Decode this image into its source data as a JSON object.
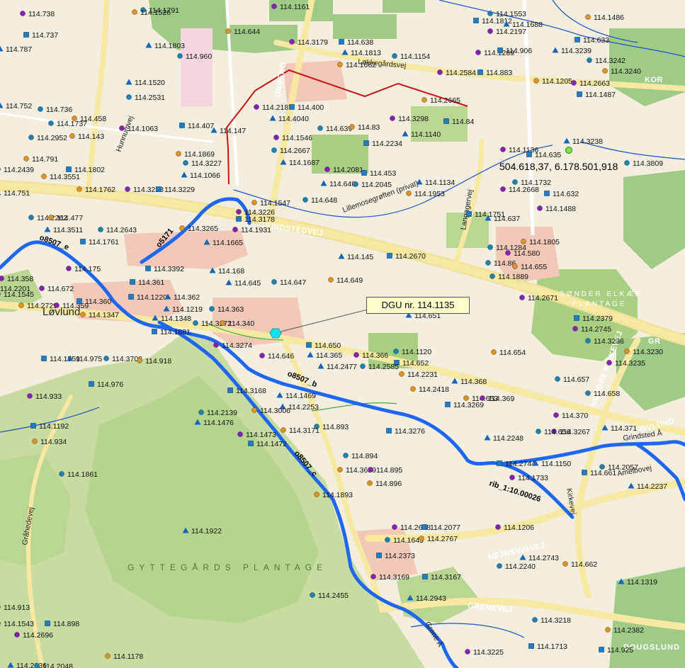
{
  "callout": {
    "text": "DGU nr. 114.1135"
  },
  "coordinate_readout": "504.618,37, 6.178.501,918",
  "places": {
    "lovlund": "Løvlund",
    "gyttegaards": "GYTTEGÅRDS PLANTAGE",
    "sonder_elkaer": "SØNDER ELKÆR",
    "plantage": "PLANTAGE",
    "dougslund": "DOUGSLUND"
  },
  "roads": {
    "grindstedvej": "GRINDSTEDVEJ",
    "lokkegaardsvej": "Løkkegårdsvej",
    "hunnumvej": "Hunnumvej",
    "langagervej": "Langagervej",
    "hejnsvigvej": "HEJNSVIGVEJ",
    "grenevej": "GRENEVEJ",
    "nordre_kirkevej": "NØRDRE KIRKEVEJ",
    "kirkevej": "Kirkevej",
    "graahedevej": "Gråhedevej",
    "amelbovej": "Amelbovej",
    "lillemosegroften": "Lillemosegrøften (privat)",
    "grindsted_a": "Grindsted Å",
    "grene_a": "Grene Å",
    "ovlund": "ØVLUND",
    "kor": "KOR",
    "gr": "GR",
    "unberg": "UNBERG"
  },
  "rivers": {
    "o8507_e": "o8507_e",
    "o8507_b": "o8507_b",
    "o8507_c": "o8507_c",
    "o5171": "o5171",
    "rib": "rib_1:10.00026"
  },
  "colors": {
    "map_bg": "#f4eedf",
    "forest": "#c8dba0",
    "plantation": "#a9cf82",
    "field_green": "#9fcb86",
    "town": "#f2c8b8",
    "road_yellow": "#f7e9a3",
    "river_blue": "#1f66f2",
    "thin_blue": "#1c52c8",
    "boundary_red": "#cc1111",
    "well_blue": "#1b82b3",
    "well_purple": "#8a1fb5",
    "well_orange": "#e0931f",
    "well_green": "#3a9c2c",
    "triangle_blue": "#1566b8",
    "square_blue": "#1e7dc4",
    "highlight_cyan": "#16dff0",
    "callout_bg": "#ffffcc"
  },
  "wells": [
    {
      "label": "114.738"
    },
    {
      "label": "114.737"
    },
    {
      "label": "114.787"
    },
    {
      "label": "114.1791"
    },
    {
      "label": "114.1526"
    },
    {
      "label": "114.1161"
    },
    {
      "label": "114.1812"
    },
    {
      "label": "114.1688"
    },
    {
      "label": "114.1553"
    },
    {
      "label": "114.1486"
    },
    {
      "label": "114.2197"
    },
    {
      "label": "114.633"
    },
    {
      "label": "114.1803"
    },
    {
      "label": "114.960"
    },
    {
      "label": "114.644"
    },
    {
      "label": "114.3179"
    },
    {
      "label": "114.638"
    },
    {
      "label": "114.1813"
    },
    {
      "label": "114.1154"
    },
    {
      "label": "114.1662"
    },
    {
      "label": "114.1289"
    },
    {
      "label": "114.906"
    },
    {
      "label": "114.3239"
    },
    {
      "label": "114.3242"
    },
    {
      "label": "114.3240"
    },
    {
      "label": "114.2584"
    },
    {
      "label": "114.883"
    },
    {
      "label": "114.1520"
    },
    {
      "label": "114.2531"
    },
    {
      "label": "114.1205"
    },
    {
      "label": "114.2663"
    },
    {
      "label": "114.1487"
    },
    {
      "label": "114.752"
    },
    {
      "label": "114.736"
    },
    {
      "label": "114.2665"
    },
    {
      "label": "114.2187"
    },
    {
      "label": "114.400"
    },
    {
      "label": "114.4040"
    },
    {
      "label": "114.1737"
    },
    {
      "label": "114.458"
    },
    {
      "label": "114.1063"
    },
    {
      "label": "114.407"
    },
    {
      "label": "114.147"
    },
    {
      "label": "114.639"
    },
    {
      "label": "114.83"
    },
    {
      "label": "114.3298"
    },
    {
      "label": "114.84"
    },
    {
      "label": "114.1140"
    },
    {
      "label": "114.2952"
    },
    {
      "label": "114.143"
    },
    {
      "label": "114.1546"
    },
    {
      "label": "114.2234"
    },
    {
      "label": "114.3238"
    },
    {
      "label": "114.2667"
    },
    {
      "label": "114.1869"
    },
    {
      "label": "114.1136"
    },
    {
      "label": "114.635"
    },
    {
      "label": "114.1687"
    },
    {
      "label": "114.3227"
    },
    {
      "label": "114.791"
    },
    {
      "label": "114.2439"
    },
    {
      "label": "114.1802"
    },
    {
      "label": "114.1066"
    },
    {
      "label": "114.3809"
    },
    {
      "label": "114.3551"
    },
    {
      "label": "114.2081"
    },
    {
      "label": "114.453"
    },
    {
      "label": "114.1134"
    },
    {
      "label": "114.1732"
    },
    {
      "label": "114.1762"
    },
    {
      "label": "114.3228"
    },
    {
      "label": "114.3229"
    },
    {
      "label": "114.640"
    },
    {
      "label": "114.2045"
    },
    {
      "label": "114.1953"
    },
    {
      "label": "114.2668"
    },
    {
      "label": "114.632"
    },
    {
      "label": "114.751"
    },
    {
      "label": "114.648"
    },
    {
      "label": "114.1547"
    },
    {
      "label": "114.1488"
    },
    {
      "label": "114.1751"
    },
    {
      "label": "114.637"
    },
    {
      "label": "114.2262"
    },
    {
      "label": "114.477"
    },
    {
      "label": "114.3226"
    },
    {
      "label": "114.3178"
    },
    {
      "label": "114.3511"
    },
    {
      "label": "114.2643"
    },
    {
      "label": "114.3265"
    },
    {
      "label": "114.1931"
    },
    {
      "label": "114.1761"
    },
    {
      "label": "114.1665"
    },
    {
      "label": "114.1284"
    },
    {
      "label": "114.1805"
    },
    {
      "label": "114.580"
    },
    {
      "label": "114.2670"
    },
    {
      "label": "114.145"
    },
    {
      "label": "114.86"
    },
    {
      "label": "114.655"
    },
    {
      "label": "114.175"
    },
    {
      "label": "114.3392"
    },
    {
      "label": "114.168"
    },
    {
      "label": "114.1889"
    },
    {
      "label": "114.649"
    },
    {
      "label": "114.358"
    },
    {
      "label": "114.361"
    },
    {
      "label": "114.645"
    },
    {
      "label": "114.647"
    },
    {
      "label": "114.2201"
    },
    {
      "label": "114.672"
    },
    {
      "label": "114.1220"
    },
    {
      "label": "114.362"
    },
    {
      "label": "114.1545"
    },
    {
      "label": "114.2729"
    },
    {
      "label": "114.359"
    },
    {
      "label": "114.360"
    },
    {
      "label": "114.1219"
    },
    {
      "label": "114.363"
    },
    {
      "label": "114.1347"
    },
    {
      "label": "114.2671"
    },
    {
      "label": "114.2379"
    },
    {
      "label": "114.1348"
    },
    {
      "label": "114.3272"
    },
    {
      "label": "114.340"
    },
    {
      "label": "114.2745"
    },
    {
      "label": "114.1881"
    },
    {
      "label": "114.651"
    },
    {
      "label": "114.3236"
    },
    {
      "label": "114.3230"
    },
    {
      "label": "114.3274"
    },
    {
      "label": "114.650"
    },
    {
      "label": "114.365"
    },
    {
      "label": "114.1120"
    },
    {
      "label": "114.654"
    },
    {
      "label": "114.646"
    },
    {
      "label": "114.1559"
    },
    {
      "label": "114.975"
    },
    {
      "label": "114.3708"
    },
    {
      "label": "114.918"
    },
    {
      "label": "114.366"
    },
    {
      "label": "114.652"
    },
    {
      "label": "114.2477"
    },
    {
      "label": "114.2585"
    },
    {
      "label": "114.2231"
    },
    {
      "label": "114.3235"
    },
    {
      "label": "114.976"
    },
    {
      "label": "114.368"
    },
    {
      "label": "114.657"
    },
    {
      "label": "114.2418"
    },
    {
      "label": "114.933"
    },
    {
      "label": "114.3168"
    },
    {
      "label": "114.1469"
    },
    {
      "label": "114.658"
    },
    {
      "label": "114.653"
    },
    {
      "label": "114.369"
    },
    {
      "label": "114.3269"
    },
    {
      "label": "114.2253"
    },
    {
      "label": "114.2139"
    },
    {
      "label": "114.3006"
    },
    {
      "label": "114.370"
    },
    {
      "label": "114.1192"
    },
    {
      "label": "114.1476"
    },
    {
      "label": "114.893"
    },
    {
      "label": "114.3171"
    },
    {
      "label": "114.3267"
    },
    {
      "label": "114.3276"
    },
    {
      "label": "114.371"
    },
    {
      "label": "114.656"
    },
    {
      "label": "114.934"
    },
    {
      "label": "114.1473"
    },
    {
      "label": "114.1472"
    },
    {
      "label": "114.2248"
    },
    {
      "label": "114.894"
    },
    {
      "label": "114.3689"
    },
    {
      "label": "114.895"
    },
    {
      "label": "114.2744"
    },
    {
      "label": "114.1150"
    },
    {
      "label": "114.2057"
    },
    {
      "label": "114.896"
    },
    {
      "label": "114.1733"
    },
    {
      "label": "114.661"
    },
    {
      "label": "114.2237"
    },
    {
      "label": "114.1861"
    },
    {
      "label": "114.1893"
    },
    {
      "label": "114.2648"
    },
    {
      "label": "114.2077"
    },
    {
      "label": "114.1922"
    },
    {
      "label": "114.1643"
    },
    {
      "label": "114.2767"
    },
    {
      "label": "114.1206"
    },
    {
      "label": "114.2373"
    },
    {
      "label": "114.2743"
    },
    {
      "label": "114.2240"
    },
    {
      "label": "114.662"
    },
    {
      "label": "114.3169"
    },
    {
      "label": "114.3167"
    },
    {
      "label": "114.1319"
    },
    {
      "label": "114.2455"
    },
    {
      "label": "114.913"
    },
    {
      "label": "114.1543"
    },
    {
      "label": "114.898"
    },
    {
      "label": "114.2943"
    },
    {
      "label": "114.3218"
    },
    {
      "label": "114.2382"
    },
    {
      "label": "114.2696"
    },
    {
      "label": "114.1713"
    },
    {
      "label": "114.2036"
    },
    {
      "label": "114.2048"
    },
    {
      "label": "114.1178"
    },
    {
      "label": "114.3225"
    },
    {
      "label": "114.925"
    }
  ]
}
